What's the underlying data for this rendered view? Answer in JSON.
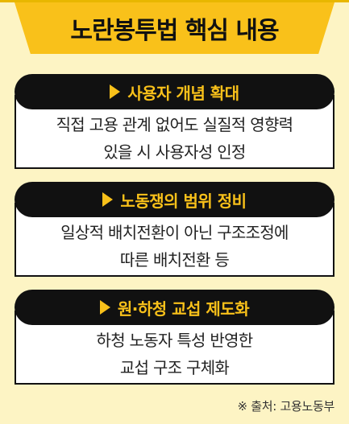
{
  "title": "노란봉투법 핵심 내용",
  "sections": [
    {
      "header": "사용자 개념 확대",
      "lines": [
        "직접 고용 관계 없어도 실질적 영향력",
        "있을 시 사용자성 인정"
      ]
    },
    {
      "header": "노동쟁의 범위 정비",
      "lines": [
        "일상적 배치전환이 아닌 구조조정에",
        "따른 배치전환 등"
      ]
    },
    {
      "header": "원·하청 교섭 제도화",
      "lines": [
        "하청 노동자 특성 반영한",
        "교섭 구조 구체화"
      ]
    }
  ],
  "source": "※ 출처: 고용노동부",
  "colors": {
    "accent_yellow": "#f9c11a",
    "background": "#fdf4c4",
    "header_dark": "#111111"
  },
  "icons": {
    "section_marker": "triangle-right-icon"
  }
}
